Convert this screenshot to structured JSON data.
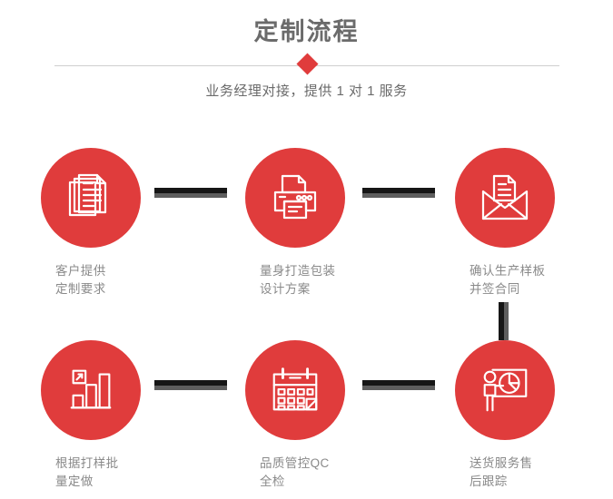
{
  "header": {
    "title": "定制流程",
    "subtitle": "业务经理对接，提供 1 对 1 服务",
    "accent_color": "#e03c3c",
    "title_color": "#6b6b6b",
    "divider_color": "#cfcfcf"
  },
  "style": {
    "circle_color": "#e03c3c",
    "label_color": "#8a8a8a",
    "connector_dark": "#161616",
    "connector_gray": "#5e5e5e"
  },
  "steps": [
    {
      "index": 1,
      "icon": "documents-stack-icon",
      "label": "客户提供\n定制要求"
    },
    {
      "index": 2,
      "icon": "printer-icon",
      "label": "量身打造包装\n设计方案"
    },
    {
      "index": 3,
      "icon": "envelope-document-icon",
      "label": "确认生产样板\n并签合同"
    },
    {
      "index": 4,
      "icon": "bar-chart-growth-icon",
      "label": "根据打样批\n量定做"
    },
    {
      "index": 5,
      "icon": "calendar-check-icon",
      "label": "品质管控QC\n全检"
    },
    {
      "index": 6,
      "icon": "presenter-pie-chart-icon",
      "label": "送货服务售\n后跟踪"
    }
  ],
  "connectors": [
    {
      "name": "connector-step1-step2",
      "orientation": "horizontal"
    },
    {
      "name": "connector-step2-step3",
      "orientation": "horizontal"
    },
    {
      "name": "connector-step3-step6",
      "orientation": "vertical"
    },
    {
      "name": "connector-step4-step5",
      "orientation": "horizontal"
    },
    {
      "name": "connector-step5-step6",
      "orientation": "horizontal"
    }
  ]
}
